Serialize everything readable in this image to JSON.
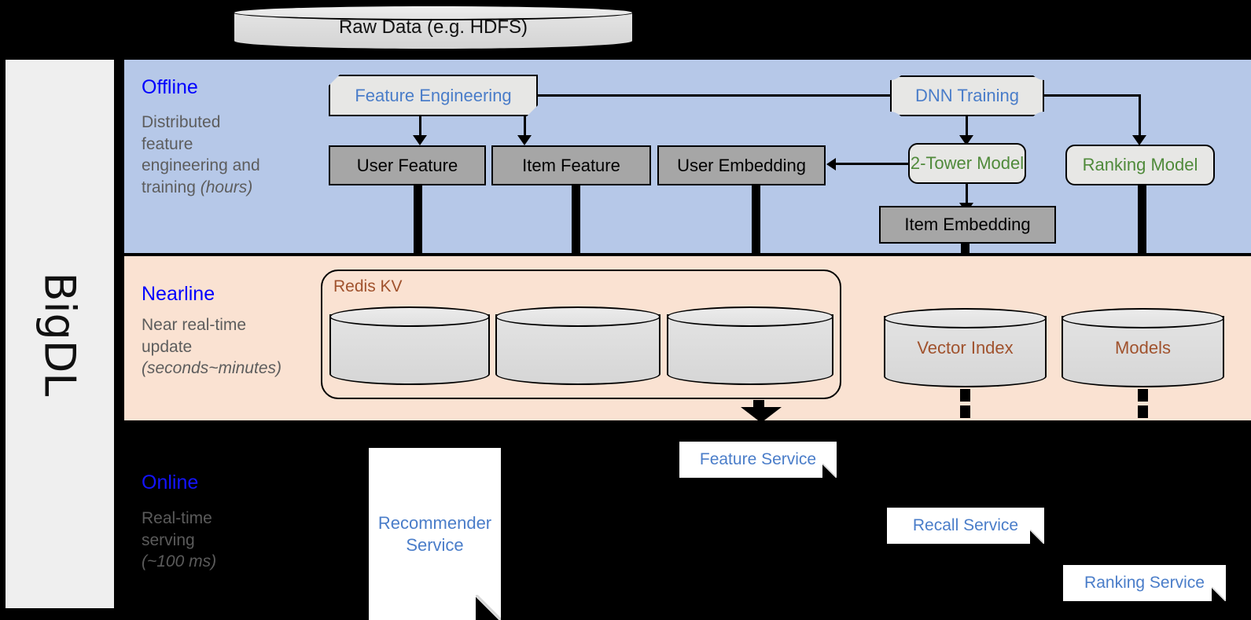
{
  "rail": {
    "label": "BigDL"
  },
  "source": {
    "label": "Raw Data (e.g. HDFS)"
  },
  "bands": {
    "offline": {
      "title": "Offline",
      "desc_line1": "Distributed",
      "desc_line2": "feature",
      "desc_line3": "engineering and",
      "desc_line4": "training ",
      "desc_em": "(hours)"
    },
    "nearline": {
      "title": "Nearline",
      "desc_line1": "Near real-time",
      "desc_line2": "update",
      "desc_em": "(seconds~minutes)"
    },
    "online": {
      "title": "Online",
      "desc_line1": "Real-time",
      "desc_line2": "serving",
      "desc_em": "(~100 ms)"
    }
  },
  "offline_nodes": {
    "feature_engineering": "Feature Engineering",
    "dnn_training": "DNN Training",
    "user_feature": "User Feature",
    "item_feature": "Item Feature",
    "user_embedding": "User Embedding",
    "two_tower_model": "2-Tower Model",
    "ranking_model": "Ranking Model",
    "item_embedding": "Item Embedding"
  },
  "nearline_nodes": {
    "redis_kv": "Redis KV",
    "kv_store_1": "",
    "kv_store_2": "",
    "kv_store_3": "",
    "vector_index": "Vector Index",
    "models": "Models"
  },
  "online_nodes": {
    "recommender_service": "Recommender Service",
    "feature_service": "Feature Service",
    "recall_service": "Recall Service",
    "ranking_service": "Ranking Service"
  },
  "colors": {
    "offline_band": "#b6c8e8",
    "nearline_band": "#fae2d2",
    "online_band": "#000000",
    "band_title": "#0000ff",
    "band_desc": "#5d5d5d",
    "blue_text": "#4a7dc9",
    "green_text": "#4f8a3a",
    "brown_text": "#a0522d",
    "gray_box": "#a6a6a6",
    "light_box": "#e7e7e5",
    "rail_bg": "#efefef"
  }
}
